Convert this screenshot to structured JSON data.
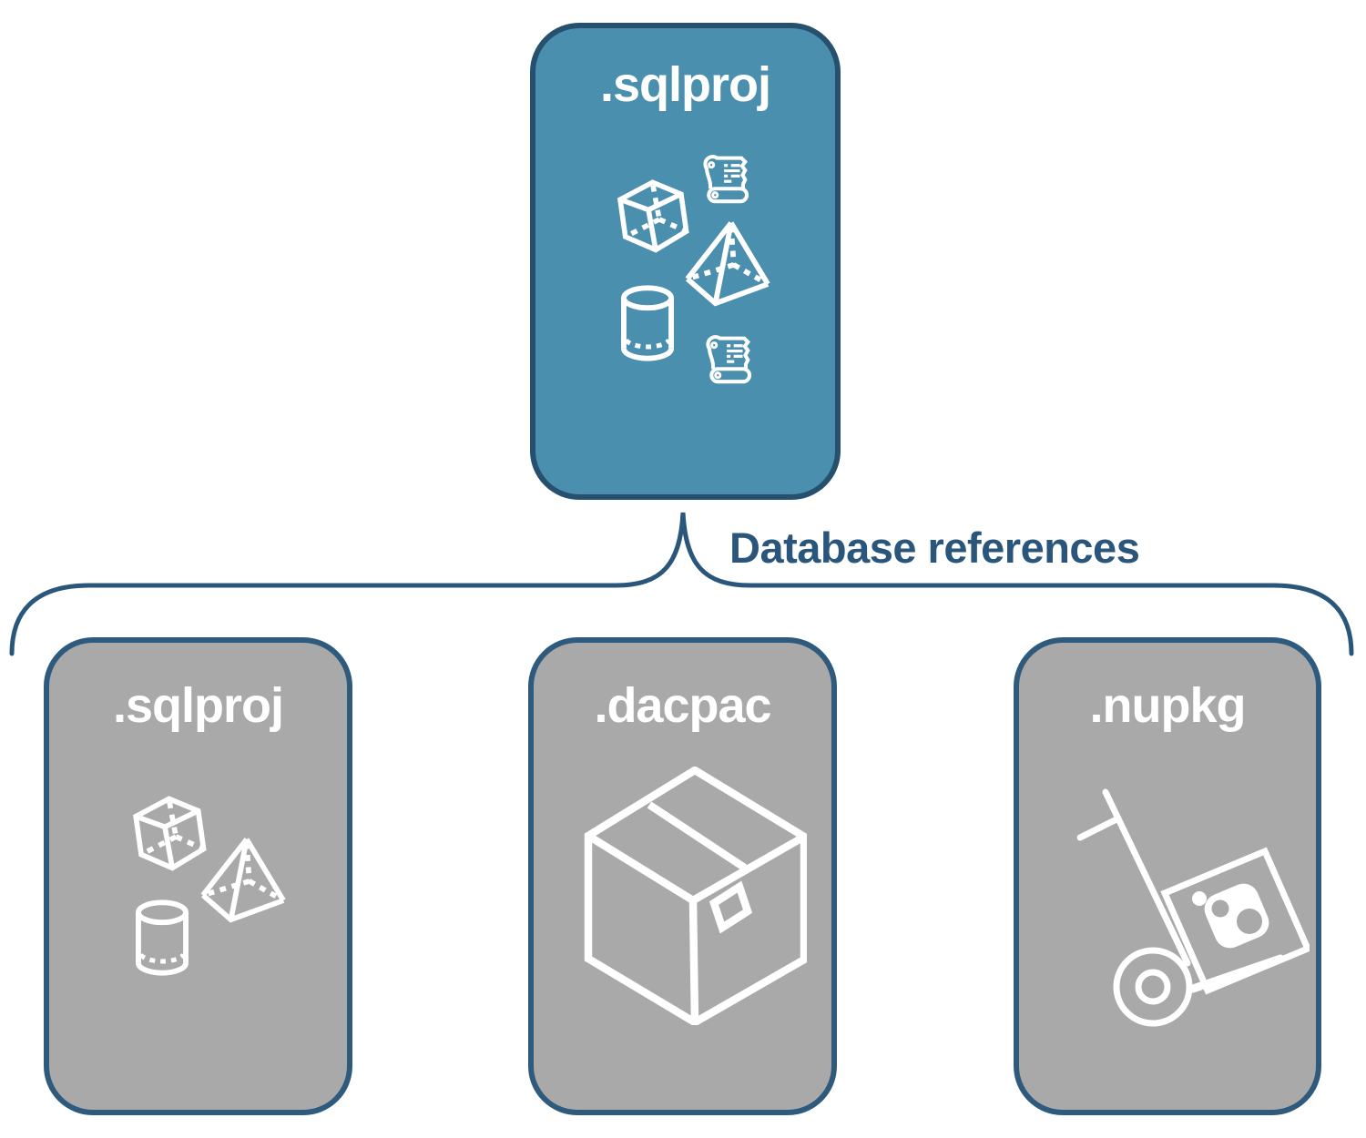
{
  "root_node": {
    "label": ".sqlproj",
    "icons": [
      "scroll-icon",
      "cube-icon",
      "pyramid-icon",
      "cylinder-icon",
      "scroll-icon"
    ]
  },
  "connector": {
    "label": "Database references",
    "shape": "downward-curly-brace"
  },
  "child_nodes": [
    {
      "label": ".sqlproj",
      "icons": [
        "cube-icon",
        "pyramid-icon",
        "cylinder-icon"
      ]
    },
    {
      "label": ".dacpac",
      "icons": [
        "package-box-icon"
      ]
    },
    {
      "label": ".nupkg",
      "icons": [
        "hand-truck-icon",
        "nuget-package-icon"
      ]
    }
  ],
  "colors": {
    "root_fill": "#4A8FAD",
    "root_border": "#26506E",
    "child_fill": "#A9A9A9",
    "child_border": "#2E5A7D",
    "accent_navy": "#2B567B",
    "icon_white": "#FFFFFF",
    "background": "#FFFFFF"
  }
}
